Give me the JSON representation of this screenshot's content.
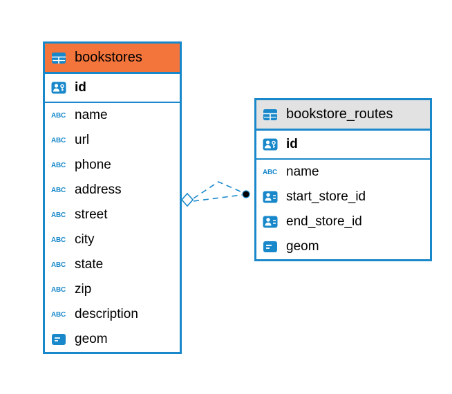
{
  "colors": {
    "accent": "#1888ca",
    "bookstores_header": "#f4753c",
    "routes_header": "#e2e2e2",
    "connector": "#1888ca",
    "connector_dot": "#000000"
  },
  "icons": {
    "abc_label": "ABC"
  },
  "tables": [
    {
      "name": "bookstores",
      "columns": [
        {
          "name": "id",
          "type": "primary-key"
        },
        {
          "name": "name",
          "type": "text"
        },
        {
          "name": "url",
          "type": "text"
        },
        {
          "name": "phone",
          "type": "text"
        },
        {
          "name": "address",
          "type": "text"
        },
        {
          "name": "street",
          "type": "text"
        },
        {
          "name": "city",
          "type": "text"
        },
        {
          "name": "state",
          "type": "text"
        },
        {
          "name": "zip",
          "type": "text"
        },
        {
          "name": "description",
          "type": "text"
        },
        {
          "name": "geom",
          "type": "geometry"
        }
      ]
    },
    {
      "name": "bookstore_routes",
      "columns": [
        {
          "name": "id",
          "type": "primary-key"
        },
        {
          "name": "name",
          "type": "text"
        },
        {
          "name": "start_store_id",
          "type": "foreign-key"
        },
        {
          "name": "end_store_id",
          "type": "foreign-key"
        },
        {
          "name": "geom",
          "type": "geometry"
        }
      ]
    }
  ]
}
